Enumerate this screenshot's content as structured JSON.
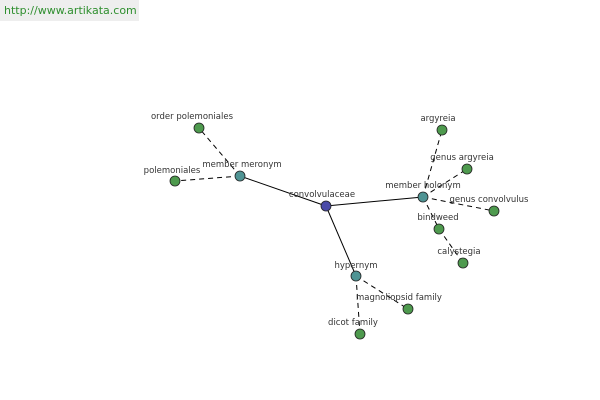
{
  "header": {
    "url": "http://www.artikata.com"
  },
  "colors": {
    "center_node": "#4b4ba8",
    "relation_node": "#4f9494",
    "leaf_node": "#4e9a4e",
    "edge": "#000000"
  },
  "graph": {
    "nodes": [
      {
        "id": "convolvulaceae",
        "label": "convolvulaceae",
        "kind": "center"
      },
      {
        "id": "member-meronym",
        "label": "member meronym",
        "kind": "relation"
      },
      {
        "id": "member-holonym",
        "label": "member holonym",
        "kind": "relation"
      },
      {
        "id": "hypernym",
        "label": "hypernym",
        "kind": "relation"
      },
      {
        "id": "order-polemoniales",
        "label": "order polemoniales",
        "kind": "leaf"
      },
      {
        "id": "polemoniales",
        "label": "polemoniales",
        "kind": "leaf"
      },
      {
        "id": "argyreia",
        "label": "argyreia",
        "kind": "leaf"
      },
      {
        "id": "genus-argyreia",
        "label": "genus argyreia",
        "kind": "leaf"
      },
      {
        "id": "genus-convolvulus",
        "label": "genus convolvulus",
        "kind": "leaf"
      },
      {
        "id": "bindweed",
        "label": "bindweed",
        "kind": "leaf"
      },
      {
        "id": "calystegia",
        "label": "calystegia",
        "kind": "leaf"
      },
      {
        "id": "magnoliopsid-family",
        "label": "magnoliopsid family",
        "kind": "leaf"
      },
      {
        "id": "dicot-family",
        "label": "dicot family",
        "kind": "leaf"
      }
    ],
    "edges": [
      {
        "from": "convolvulaceae",
        "to": "member-meronym",
        "style": "solid"
      },
      {
        "from": "convolvulaceae",
        "to": "member-holonym",
        "style": "solid"
      },
      {
        "from": "convolvulaceae",
        "to": "hypernym",
        "style": "solid"
      },
      {
        "from": "member-meronym",
        "to": "order-polemoniales",
        "style": "dashed"
      },
      {
        "from": "member-meronym",
        "to": "polemoniales",
        "style": "dashed"
      },
      {
        "from": "member-holonym",
        "to": "argyreia",
        "style": "dashed"
      },
      {
        "from": "member-holonym",
        "to": "genus-argyreia",
        "style": "dashed"
      },
      {
        "from": "member-holonym",
        "to": "genus-convolvulus",
        "style": "dashed"
      },
      {
        "from": "member-holonym",
        "to": "bindweed",
        "style": "dashed"
      },
      {
        "from": "bindweed",
        "to": "calystegia",
        "style": "dashed"
      },
      {
        "from": "hypernym",
        "to": "magnoliopsid-family",
        "style": "dashed"
      },
      {
        "from": "hypernym",
        "to": "dicot-family",
        "style": "dashed"
      }
    ]
  }
}
